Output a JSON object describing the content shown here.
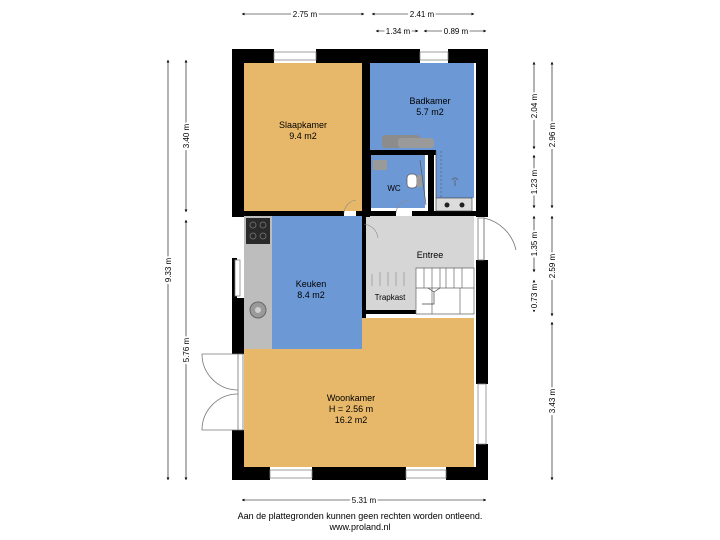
{
  "rooms": {
    "slaapkamer": {
      "name": "Slaapkamer",
      "area": "9.4 m2"
    },
    "badkamer": {
      "name": "Badkamer",
      "area": "5.7 m2"
    },
    "wc": {
      "name": "WC"
    },
    "entree": {
      "name": "Entree"
    },
    "keuken": {
      "name": "Keuken",
      "area": "8.4 m2"
    },
    "trapkast": {
      "name": "Trapkast"
    },
    "woonkamer": {
      "name": "Woonkamer",
      "height": "H = 2.56 m",
      "area": "16.2 m2"
    }
  },
  "dimensions": {
    "top_left": "2.75 m",
    "top_right": "2.41 m",
    "top_sub_left": "1.34 m",
    "top_sub_right": "0.89 m",
    "left_outer": "9.33 m",
    "left_upper": "3.40 m",
    "left_lower": "5.76 m",
    "right_a": "2.04 m",
    "right_b": "1.23 m",
    "right_c": "1.35 m",
    "right_d": "0.73 m",
    "right_e": "2.96 m",
    "right_f": "2.59 m",
    "right_g": "3.43 m",
    "bottom": "5.31 m"
  },
  "footer": {
    "disclaimer": "Aan de plattegronden kunnen geen rechten worden ontleend.",
    "website": "www.proland.nl"
  },
  "colors": {
    "bedroom_living": "#e8b86a",
    "wet_rooms": "#6d98d6",
    "hall": "#d6d6d6",
    "kitchen_counter": "#bdbdbd",
    "wall": "#000000"
  }
}
